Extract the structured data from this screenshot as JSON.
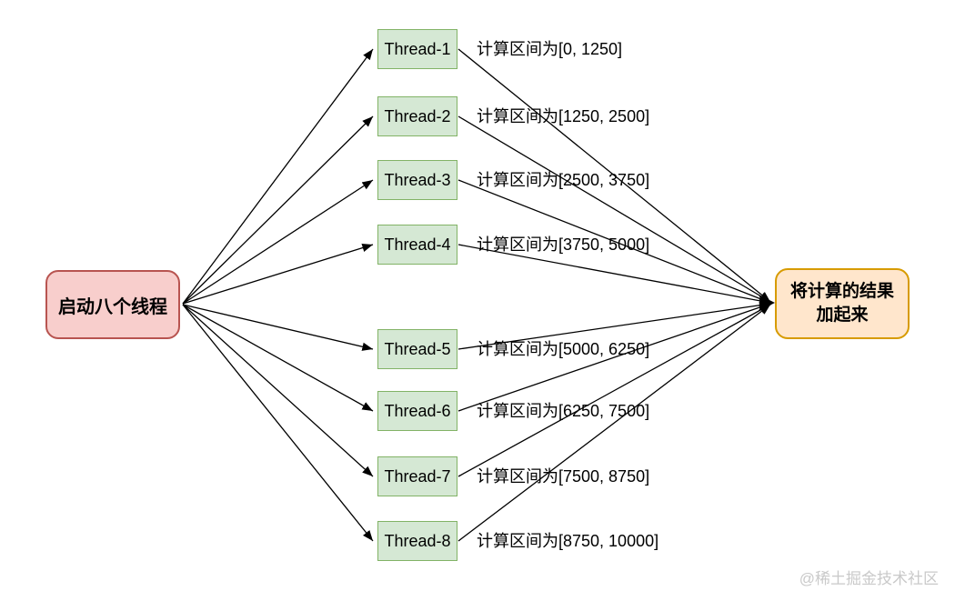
{
  "diagram": {
    "start_node": {
      "label": "启动八个线程"
    },
    "end_node": {
      "label_line1": "将计算的结果",
      "label_line2": "加起来"
    },
    "threads": [
      {
        "name": "Thread-1",
        "range_label": "计算区间为[0, 1250]"
      },
      {
        "name": "Thread-2",
        "range_label": "计算区间为[1250, 2500]"
      },
      {
        "name": "Thread-3",
        "range_label": "计算区间为[2500, 3750]"
      },
      {
        "name": "Thread-4",
        "range_label": "计算区间为[3750, 5000]"
      },
      {
        "name": "Thread-5",
        "range_label": "计算区间为[5000, 6250]"
      },
      {
        "name": "Thread-6",
        "range_label": "计算区间为[6250, 7500]"
      },
      {
        "name": "Thread-7",
        "range_label": "计算区间为[7500, 8750]"
      },
      {
        "name": "Thread-8",
        "range_label": "计算区间为[8750, 10000]"
      }
    ],
    "watermark": "@稀土掘金技术社区",
    "colors": {
      "start_fill": "#f8cecc",
      "start_border": "#b85450",
      "thread_fill": "#d5e8d4",
      "thread_border": "#82b366",
      "end_fill": "#ffe6cc",
      "end_border": "#d79b00",
      "arrow": "#000000",
      "watermark_text": "#c9c9c9"
    }
  }
}
